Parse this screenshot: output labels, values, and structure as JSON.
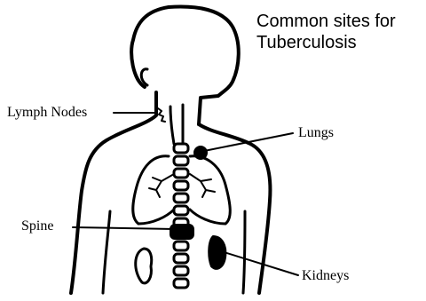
{
  "title": {
    "line1": "Common sites for",
    "line2": "Tuberculosis"
  },
  "labels": {
    "lymph_nodes": "Lymph Nodes",
    "lungs": "Lungs",
    "spine": "Spine",
    "kidneys": "Kidneys"
  },
  "colors": {
    "ink": "#000000",
    "background": "#ffffff"
  }
}
